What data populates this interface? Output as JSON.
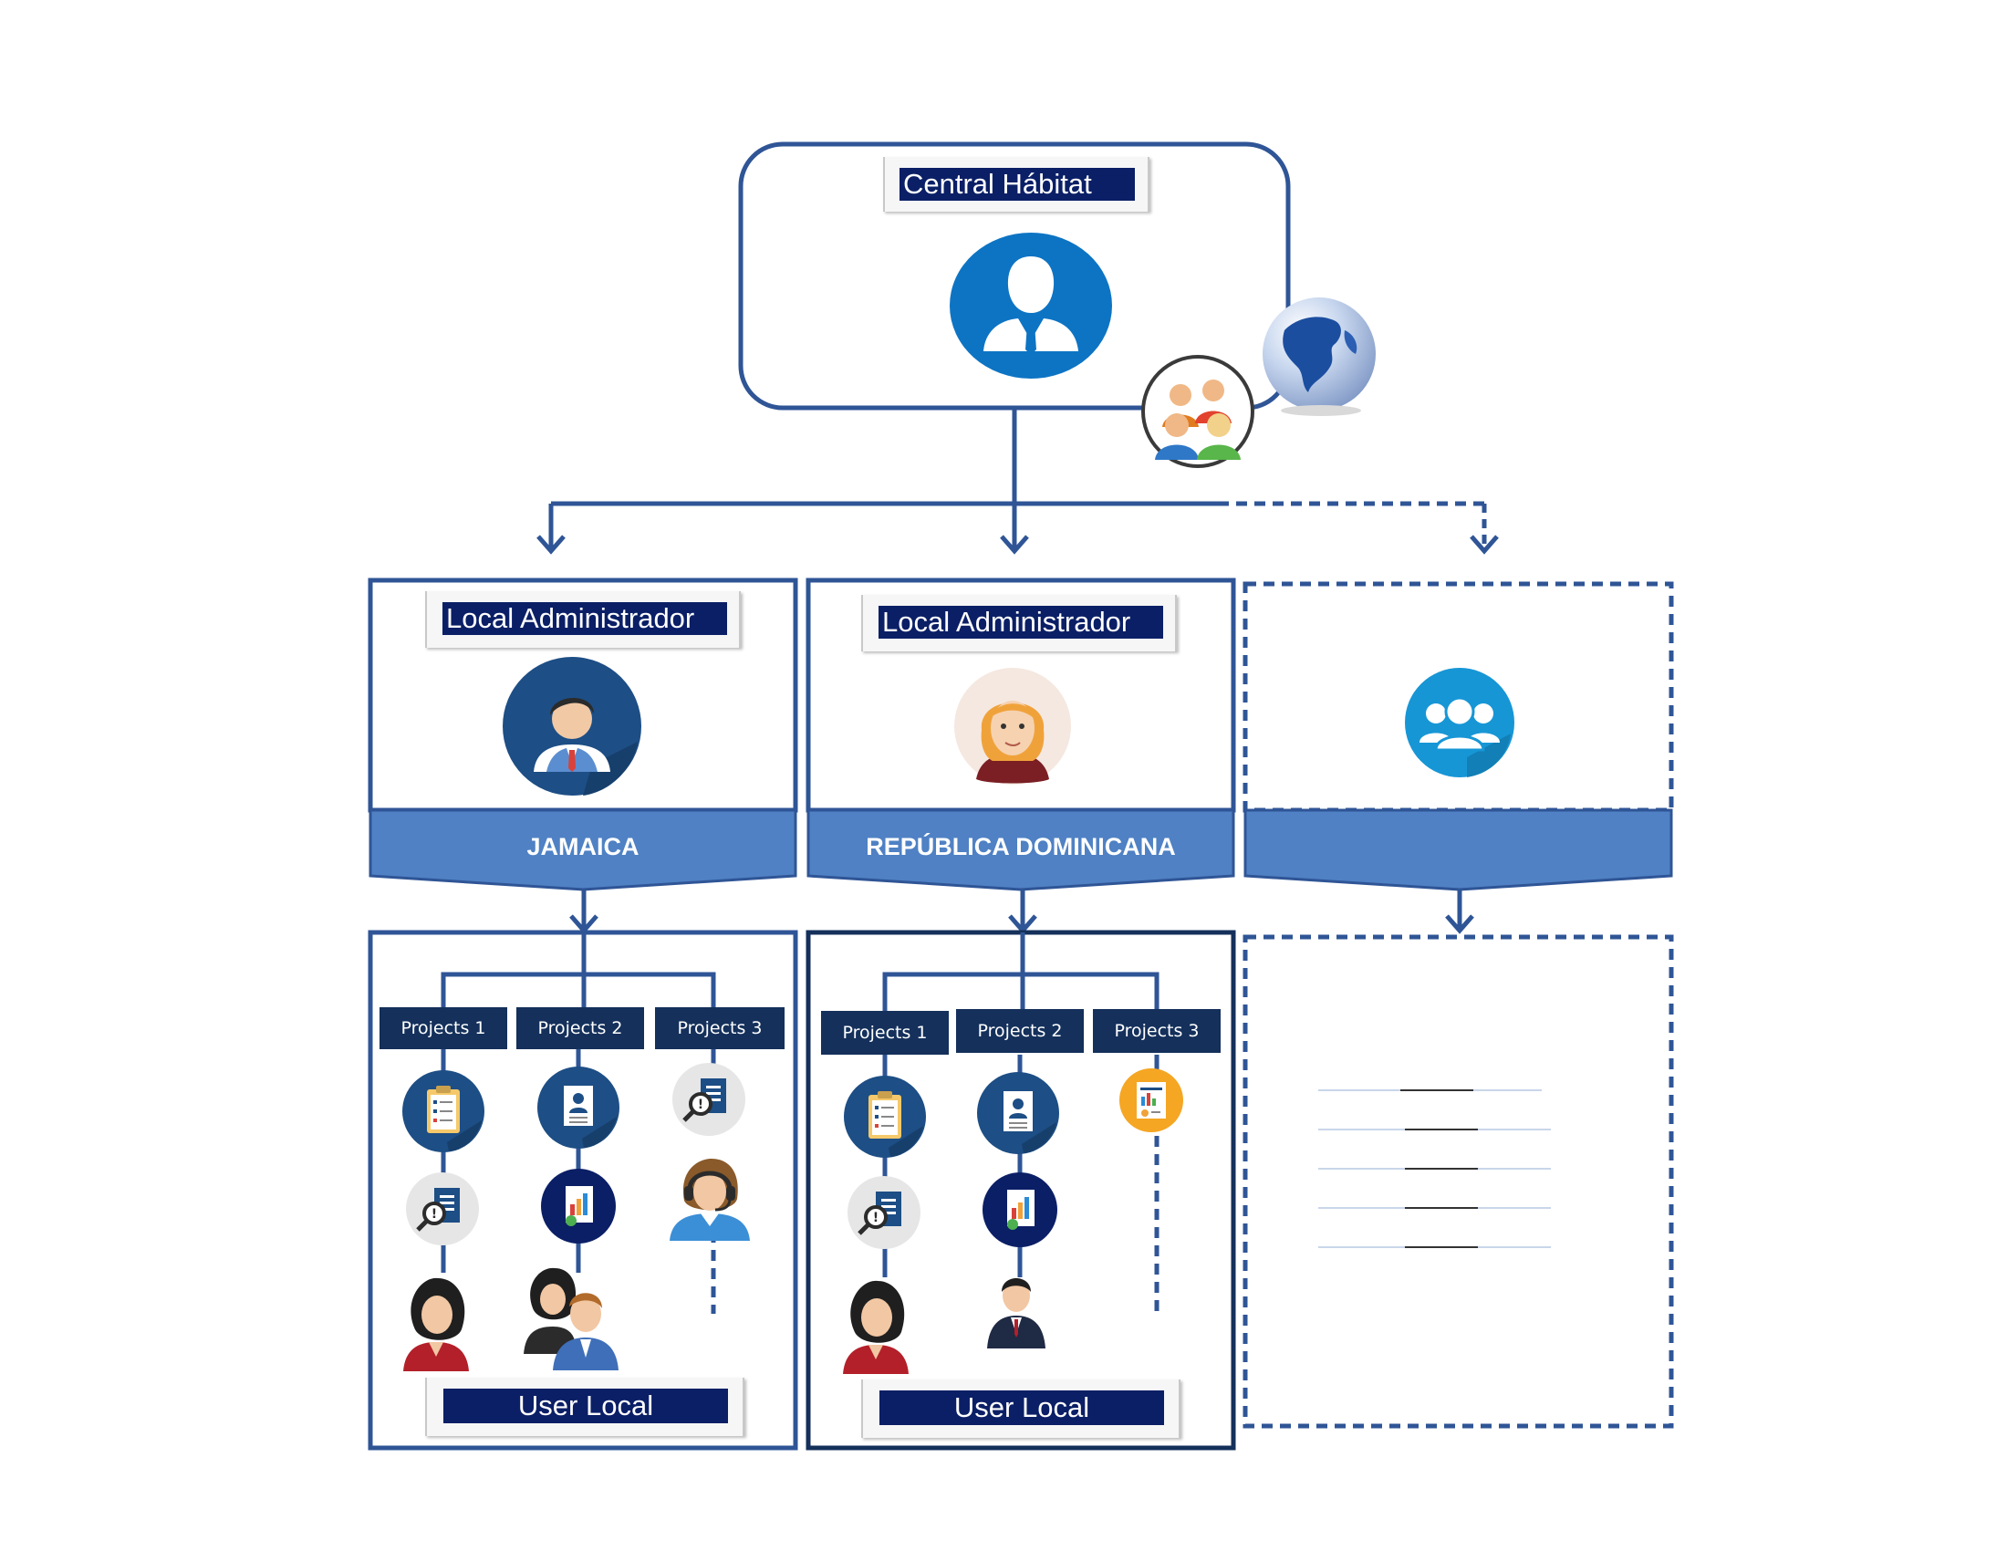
{
  "central": {
    "title": "Central Hábitat"
  },
  "regions": [
    {
      "admin_title": "Local Administrador",
      "name": "JAMAICA",
      "projects": [
        "Projects 1",
        "Projects 2",
        "Projects 3"
      ],
      "user_title": "User Local"
    },
    {
      "admin_title": "Local Administrador",
      "name": "REPÚBLICA DOMINICANA",
      "projects": [
        "Projects 1",
        "Projects 2",
        "Projects 3"
      ],
      "user_title": "User Local"
    },
    {
      "admin_title": "",
      "name": ""
    }
  ],
  "icons": {
    "central_admin": "user-tie-icon",
    "global": "globe-icon",
    "community": "group-people-icon",
    "jamaica_admin": "male-admin-icon",
    "dr_admin": "female-admin-icon",
    "future_group": "users-group-icon",
    "clipboard": "clipboard-checklist-icon",
    "profile_doc": "profile-document-icon",
    "search_doc": "search-document-icon",
    "report": "report-chart-icon",
    "support_agent": "headset-agent-icon",
    "woman_user": "woman-user-icon",
    "pair_users": "two-users-icon",
    "man_user": "man-user-icon"
  },
  "colors": {
    "frame": "#2f5596",
    "navy": "#0b1f66",
    "project_bar": "#14305b",
    "region_band": "#4f81c4",
    "icon_blue": "#0d74c4",
    "icon_dark": "#1d4e85"
  }
}
